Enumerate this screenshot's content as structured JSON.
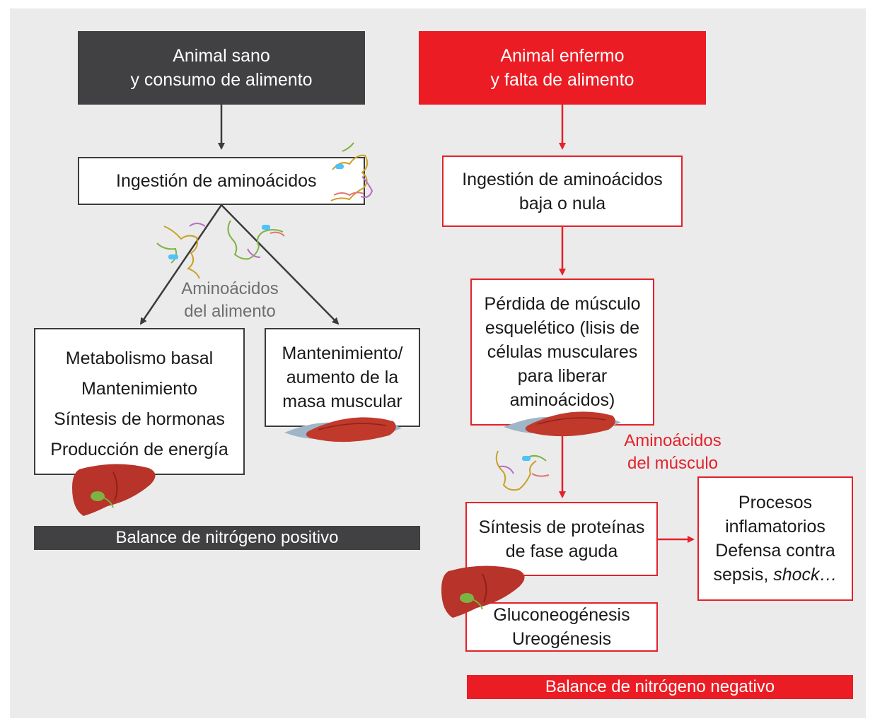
{
  "left": {
    "header": [
      "Animal sano",
      "y consumo de alimento"
    ],
    "ingestion": "Ingestión de aminoácidos",
    "amino_label": [
      "Aminoácidos",
      "del alimento"
    ],
    "functions": [
      "Metabolismo basal",
      "Mantenimiento",
      "Síntesis de hormonas",
      "Producción de energía"
    ],
    "muscle": [
      "Mantenimiento/",
      "aumento de la",
      "masa muscular"
    ],
    "balance": "Balance de nitrógeno positivo"
  },
  "right": {
    "header": [
      "Animal enfermo",
      "y falta de alimento"
    ],
    "ingestion": [
      "Ingestión de aminoácidos",
      "baja o nula"
    ],
    "muscle_loss": [
      "Pérdida de músculo",
      "esquelético (lisis de",
      "células musculares",
      "para liberar",
      "aminoácidos)"
    ],
    "amino_label": [
      "Aminoácidos",
      "del músculo"
    ],
    "acute_phase": [
      "Síntesis de proteínas",
      "de fase aguda"
    ],
    "processes": [
      "Procesos",
      "inflamatorios",
      "Defensa contra"
    ],
    "processes_last": "sepsis, ",
    "processes_italic": "shock…",
    "gluconeo": [
      "Gluconeogénesis",
      "Ureogénesis"
    ],
    "balance": "Balance de nitrógeno negativo"
  },
  "colors": {
    "dark": "#414042",
    "red": "#ec1c24",
    "background": "#ebebeb"
  },
  "icons": [
    "liver-icon",
    "muscle-icon",
    "amino-acid-chain-icon"
  ]
}
